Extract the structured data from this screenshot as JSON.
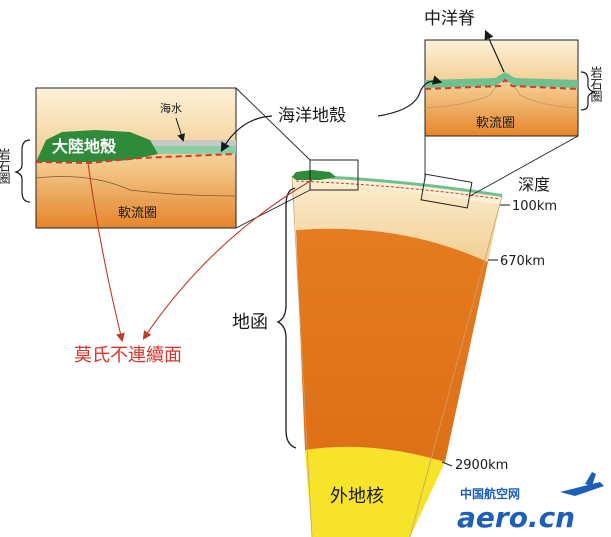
{
  "labels": {
    "mid_ocean_ridge": "中洋脊",
    "oceanic_crust": "海洋地殼",
    "seawater": "海水",
    "continental_crust": "大陸地殼",
    "lithosphere_left": "岩石圈",
    "lithosphere_right": "岩石圈",
    "asthenosphere_left": "軟流圈",
    "asthenosphere_right": "軟流圈",
    "depth": "深度",
    "mantle": "地函",
    "moho": "莫氏不連續面",
    "outer_core": "外地核"
  },
  "depth_ticks": [
    "100km",
    "670km",
    "2900km"
  ],
  "watermark": {
    "top": "中国航空网",
    "bottom": "aero.cn"
  },
  "colors": {
    "continental_crust": "#2e8b3a",
    "oceanic_crust": "#6fc08f",
    "upper_mantle": "#f4d8a4",
    "lower_mantle": "#e3781f",
    "outer_core": "#f6e32a",
    "moho": "#d9342b",
    "arrow": "#c0392b",
    "watermark": "#1d5fb8"
  }
}
